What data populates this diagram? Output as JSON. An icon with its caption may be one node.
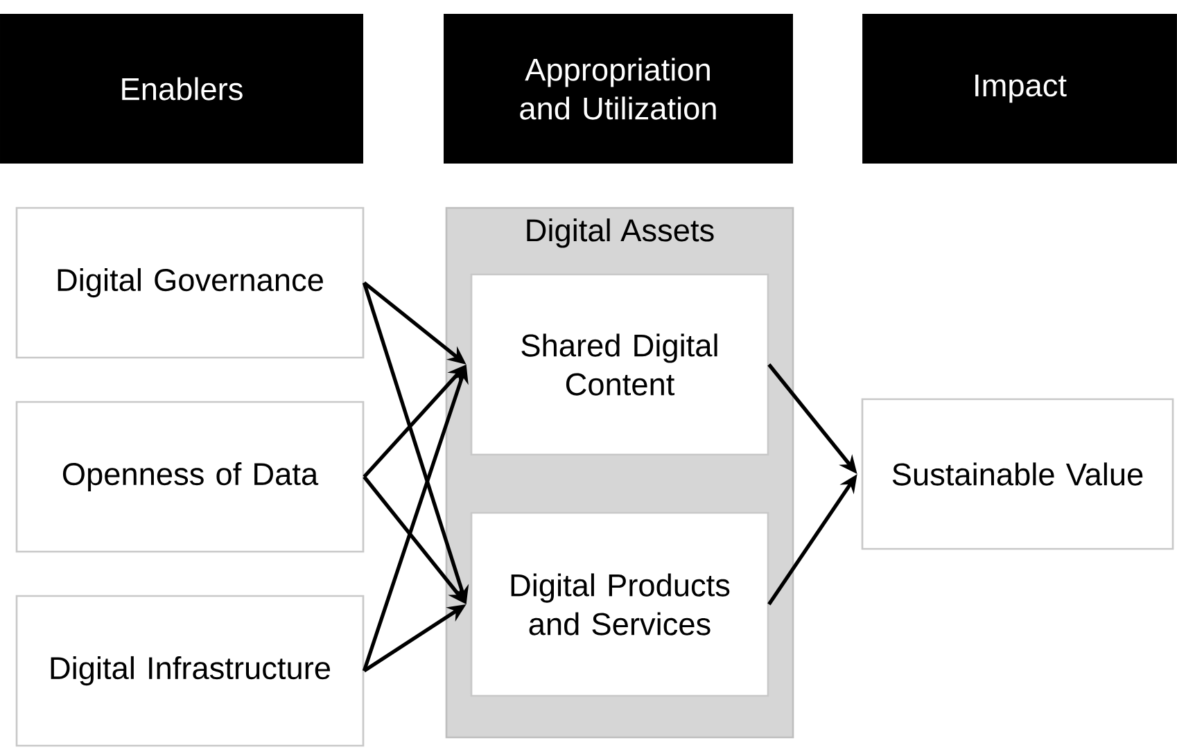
{
  "diagram": {
    "nodes": [
      {
        "text": [
          "Enablers"
        ]
      },
      {
        "text": [
          "Appropriation and Utilization"
        ]
      },
      {
        "text": [
          "Impact"
        ]
      },
      {
        "text": [
          "Digital Governance"
        ]
      },
      {
        "text": [
          "Openness of Data"
        ]
      },
      {
        "text": [
          "Digital Infrastructure"
        ]
      },
      {
        "text": [
          "Digital Assets"
        ]
      },
      {
        "text": [
          "Shared Digital Content"
        ],
        "in": 6
      },
      {
        "text": [
          "Digital Products and Services"
        ],
        "in": 6
      },
      {
        "text": [
          "Sustainable Value"
        ]
      }
    ],
    "edges": [
      {
        "from": 3,
        "to": 7,
        "arrow": "to"
      },
      {
        "from": 3,
        "to": 8,
        "arrow": "to"
      },
      {
        "from": 4,
        "to": 7,
        "arrow": "to"
      },
      {
        "from": 4,
        "to": 8,
        "arrow": "to"
      },
      {
        "from": 5,
        "to": 7,
        "arrow": "to"
      },
      {
        "from": 5,
        "to": 8,
        "arrow": "to"
      },
      {
        "from": 7,
        "to": 9,
        "arrow": "to"
      },
      {
        "from": 8,
        "to": 9,
        "arrow": "to"
      }
    ]
  }
}
